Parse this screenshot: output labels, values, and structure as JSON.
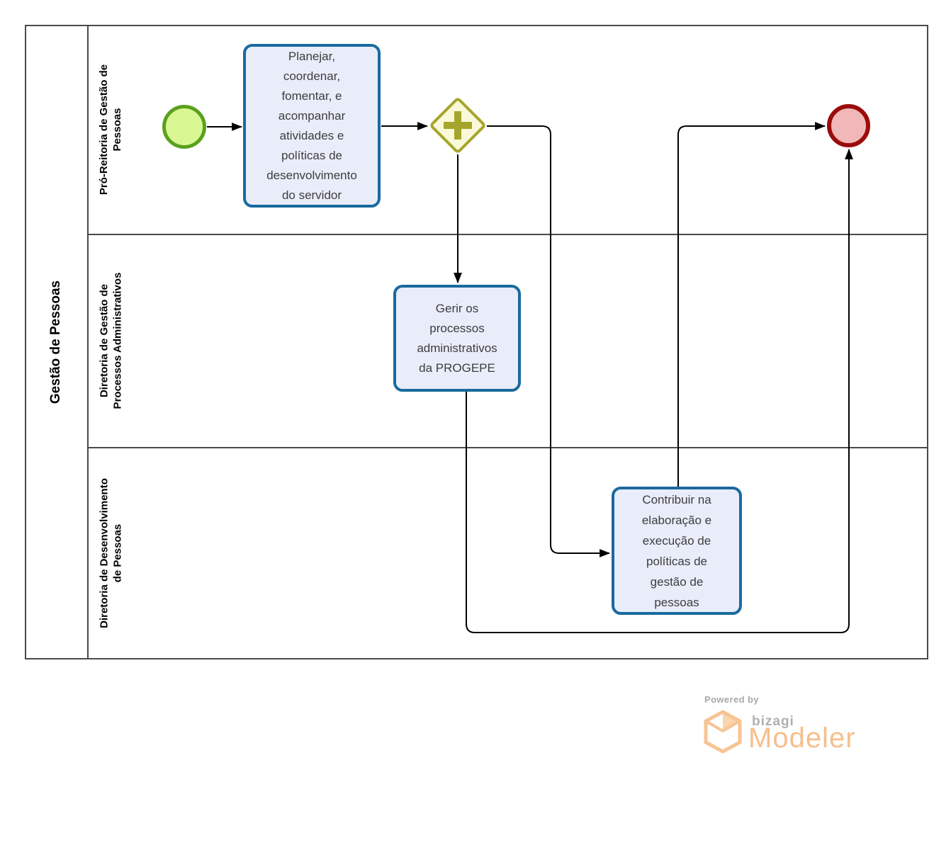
{
  "pool": {
    "label": "Gestão de Pessoas"
  },
  "lanes": [
    {
      "label": "Pró-Reitoria de Gestão de\nPessoas"
    },
    {
      "label": "Diretoria de Gestão de\nProcessos Administrativos"
    },
    {
      "label": "Diretoria de Desenvolvimento\nde Pessoas"
    }
  ],
  "nodes": {
    "start_event": {
      "type": "start-event",
      "lane": 0
    },
    "task_planejar": {
      "lane": 0,
      "label": "Planejar,\ncoordenar,\nfomentar, e\nacompanhar\natividades e\npolíticas de\ndesenvolvimento\ndo servidor"
    },
    "gateway": {
      "type": "parallel-gateway",
      "lane": 0
    },
    "task_gerir": {
      "lane": 1,
      "label": "Gerir os\nprocessos\nadministrativos\nda PROGEPE"
    },
    "task_contribuir": {
      "lane": 2,
      "label": "Contribuir na\nelaboração e\nexecução de\npolíticas de\ngestão de\npessoas"
    },
    "end_event": {
      "type": "end-event",
      "lane": 0
    }
  },
  "flows": [
    {
      "from": "start_event",
      "to": "task_planejar"
    },
    {
      "from": "task_planejar",
      "to": "gateway"
    },
    {
      "from": "gateway",
      "to": "task_gerir"
    },
    {
      "from": "gateway",
      "to": "task_contribuir"
    },
    {
      "from": "task_gerir",
      "to": "end_event"
    },
    {
      "from": "task_contribuir",
      "to": "end_event"
    }
  ],
  "colors": {
    "pool_border": "#4a4a4a",
    "flow_line": "#000000",
    "task_border": "#1a6a9e",
    "task_fill": "#e9edfa",
    "task_text": "#3d3d3d",
    "start_border": "#5aa01e",
    "start_fill": "#d9f894",
    "gateway_border": "#a5a52b",
    "gateway_fill": "#f9f9d9",
    "end_border": "#9b0c0c",
    "end_fill": "#f0b8b8",
    "brand_gray": "#a9a9a9",
    "brand_orange": "#f6bf8d"
  },
  "branding": {
    "powered_by": "Powered by",
    "brand": "bizagi",
    "product": "Modeler"
  }
}
